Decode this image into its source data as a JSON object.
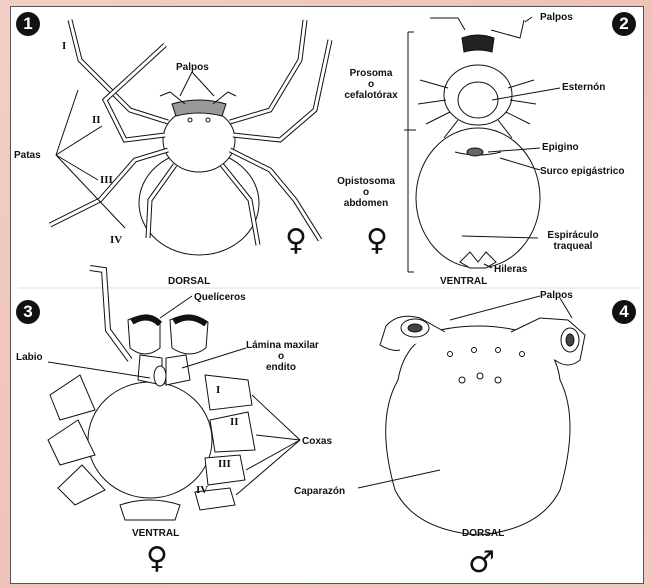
{
  "panel_numbers": [
    "1",
    "2",
    "3",
    "4"
  ],
  "fig1": {
    "palpos": "Palpos",
    "patas": "Patas",
    "legs": [
      "I",
      "II",
      "III",
      "IV"
    ],
    "view": "DORSAL",
    "sex_symbol": "♀"
  },
  "fig2": {
    "palpos": "Palpos",
    "prosoma": [
      "Prosoma",
      "o",
      "cefalotórax"
    ],
    "esternon": "Esternón",
    "opistosoma": [
      "Opistosoma",
      "o",
      "abdomen"
    ],
    "epigino": "Epigino",
    "surco": "Surco epigástrico",
    "espiraculo": [
      "Espiráculo",
      "traqueal"
    ],
    "hileras": "Hileras",
    "view": "VENTRAL",
    "sex_symbol": "♀"
  },
  "fig3": {
    "queliceros": "Quelíceros",
    "lamina": [
      "Lámina maxilar",
      "o",
      "endito"
    ],
    "labio": "Labio",
    "coxas": "Coxas",
    "legs": [
      "I",
      "II",
      "III",
      "IV"
    ],
    "view": "VENTRAL",
    "sex_symbol": "♀"
  },
  "fig4": {
    "palpos": "Palpos",
    "caparazon": "Caparazón",
    "view": "DORSAL",
    "sex_symbol": "♂"
  },
  "colors": {
    "background": "#efc6bc",
    "panel": "#ffffff",
    "ink": "#111111"
  }
}
